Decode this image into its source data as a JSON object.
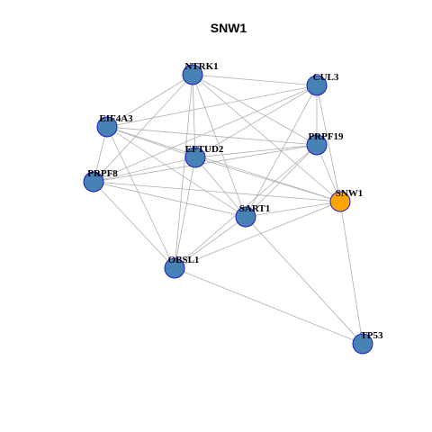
{
  "title": "SNW1",
  "colors": {
    "background": "#ffffff",
    "edge": "#b0b0b0",
    "node_default_fill": "#4682b4",
    "node_highlight_fill": "#ffa500",
    "node_stroke": "#1a1acd"
  },
  "graph": {
    "nodes": [
      {
        "id": "NTRK1",
        "label": "NTRK1",
        "highlight": false
      },
      {
        "id": "CUL3",
        "label": "CUL3",
        "highlight": false
      },
      {
        "id": "EIF4A3",
        "label": "EIF4A3",
        "highlight": false
      },
      {
        "id": "PRPF19",
        "label": "PRPF19",
        "highlight": false
      },
      {
        "id": "EFTUD2",
        "label": "EFTUD2",
        "highlight": false
      },
      {
        "id": "PRPF8",
        "label": "PRPF8",
        "highlight": false
      },
      {
        "id": "SNW1",
        "label": "SNW1",
        "highlight": true
      },
      {
        "id": "SART1",
        "label": "SART1",
        "highlight": false
      },
      {
        "id": "OBSL1",
        "label": "OBSL1",
        "highlight": false
      },
      {
        "id": "TP53",
        "label": "TP53",
        "highlight": false
      }
    ],
    "edges": [
      [
        "NTRK1",
        "CUL3"
      ],
      [
        "NTRK1",
        "EIF4A3"
      ],
      [
        "NTRK1",
        "PRPF8"
      ],
      [
        "NTRK1",
        "EFTUD2"
      ],
      [
        "NTRK1",
        "PRPF19"
      ],
      [
        "NTRK1",
        "SNW1"
      ],
      [
        "NTRK1",
        "SART1"
      ],
      [
        "NTRK1",
        "OBSL1"
      ],
      [
        "CUL3",
        "EIF4A3"
      ],
      [
        "CUL3",
        "EFTUD2"
      ],
      [
        "CUL3",
        "PRPF8"
      ],
      [
        "CUL3",
        "PRPF19"
      ],
      [
        "CUL3",
        "SNW1"
      ],
      [
        "CUL3",
        "SART1"
      ],
      [
        "EIF4A3",
        "PRPF8"
      ],
      [
        "EIF4A3",
        "EFTUD2"
      ],
      [
        "EIF4A3",
        "PRPF19"
      ],
      [
        "EIF4A3",
        "SNW1"
      ],
      [
        "EIF4A3",
        "SART1"
      ],
      [
        "EIF4A3",
        "OBSL1"
      ],
      [
        "PRPF19",
        "EFTUD2"
      ],
      [
        "PRPF19",
        "PRPF8"
      ],
      [
        "PRPF19",
        "SNW1"
      ],
      [
        "PRPF19",
        "SART1"
      ],
      [
        "PRPF19",
        "OBSL1"
      ],
      [
        "EFTUD2",
        "PRPF8"
      ],
      [
        "EFTUD2",
        "SNW1"
      ],
      [
        "EFTUD2",
        "SART1"
      ],
      [
        "EFTUD2",
        "OBSL1"
      ],
      [
        "PRPF8",
        "SNW1"
      ],
      [
        "PRPF8",
        "SART1"
      ],
      [
        "PRPF8",
        "OBSL1"
      ],
      [
        "SNW1",
        "SART1"
      ],
      [
        "SNW1",
        "OBSL1"
      ],
      [
        "SNW1",
        "TP53"
      ],
      [
        "SART1",
        "OBSL1"
      ],
      [
        "SART1",
        "TP53"
      ],
      [
        "OBSL1",
        "TP53"
      ]
    ]
  }
}
